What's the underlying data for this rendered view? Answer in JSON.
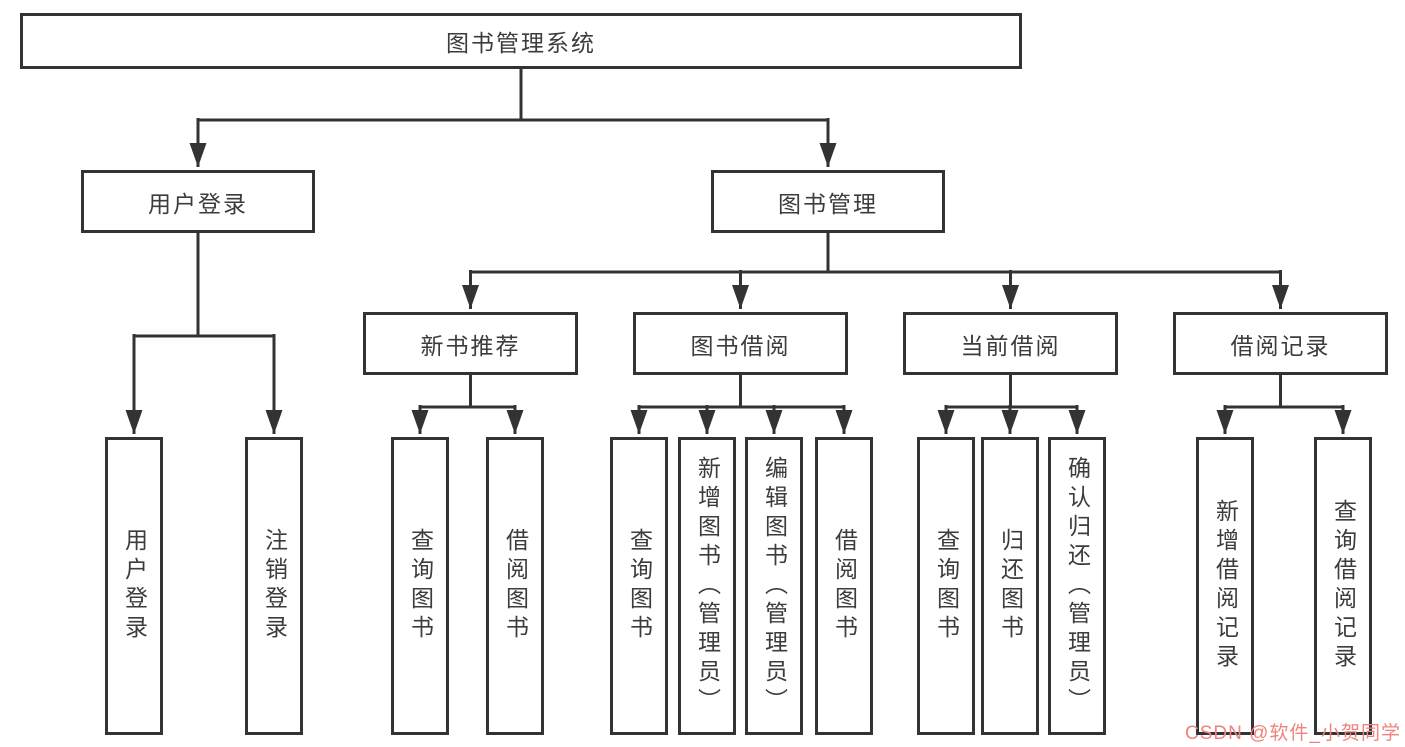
{
  "diagram": {
    "title": "图书管理系统",
    "branches": [
      {
        "label": "用户登录",
        "children": [
          {
            "label": "用户登录"
          },
          {
            "label": "注销登录"
          }
        ]
      },
      {
        "label": "图书管理",
        "groups": [
          {
            "label": "新书推荐",
            "children": [
              {
                "label": "查询图书"
              },
              {
                "label": "借阅图书"
              }
            ]
          },
          {
            "label": "图书借阅",
            "children": [
              {
                "label": "查询图书"
              },
              {
                "label": "新增图书（管理员）"
              },
              {
                "label": "编辑图书（管理员）"
              },
              {
                "label": "借阅图书"
              }
            ]
          },
          {
            "label": "当前借阅",
            "children": [
              {
                "label": "查询图书"
              },
              {
                "label": "归还图书"
              },
              {
                "label": "确认归还（管理员）"
              }
            ]
          },
          {
            "label": "借阅记录",
            "children": [
              {
                "label": "新增借阅记录"
              },
              {
                "label": "查询借阅记录"
              }
            ]
          }
        ]
      }
    ]
  },
  "watermark": {
    "text": "CSDN @软件_小贺同学"
  },
  "colors": {
    "line": "#333333",
    "box_border": "#333333",
    "box_fill": "#ffffff",
    "text": "#3c3c3c",
    "watermark": "#f0837d"
  }
}
